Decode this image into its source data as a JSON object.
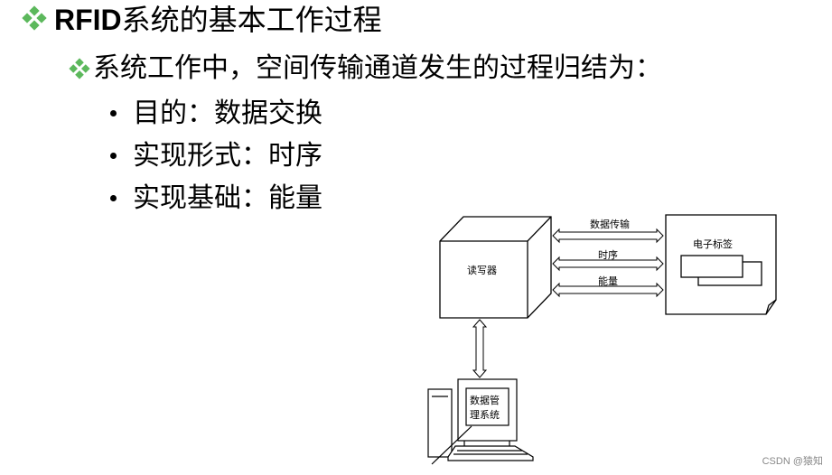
{
  "slide": {
    "title_en": "RFID",
    "title_zh": "系统的基本工作过程",
    "subtitle": "系统工作中，空间传输通道发生的过程归结为：",
    "bullets": [
      {
        "label": "目的：数据交换"
      },
      {
        "label": "实现形式：时序"
      },
      {
        "label": "实现基础：能量"
      }
    ],
    "accent_color": "#5cb85c"
  },
  "diagram": {
    "reader_label": "读写器",
    "tag_label": "电子标签",
    "arrows": [
      {
        "label": "数据传输"
      },
      {
        "label": "时序"
      },
      {
        "label": "能量"
      }
    ],
    "computer_label_line1": "数据管",
    "computer_label_line2": "理系统"
  },
  "watermark": "CSDN @猿知"
}
